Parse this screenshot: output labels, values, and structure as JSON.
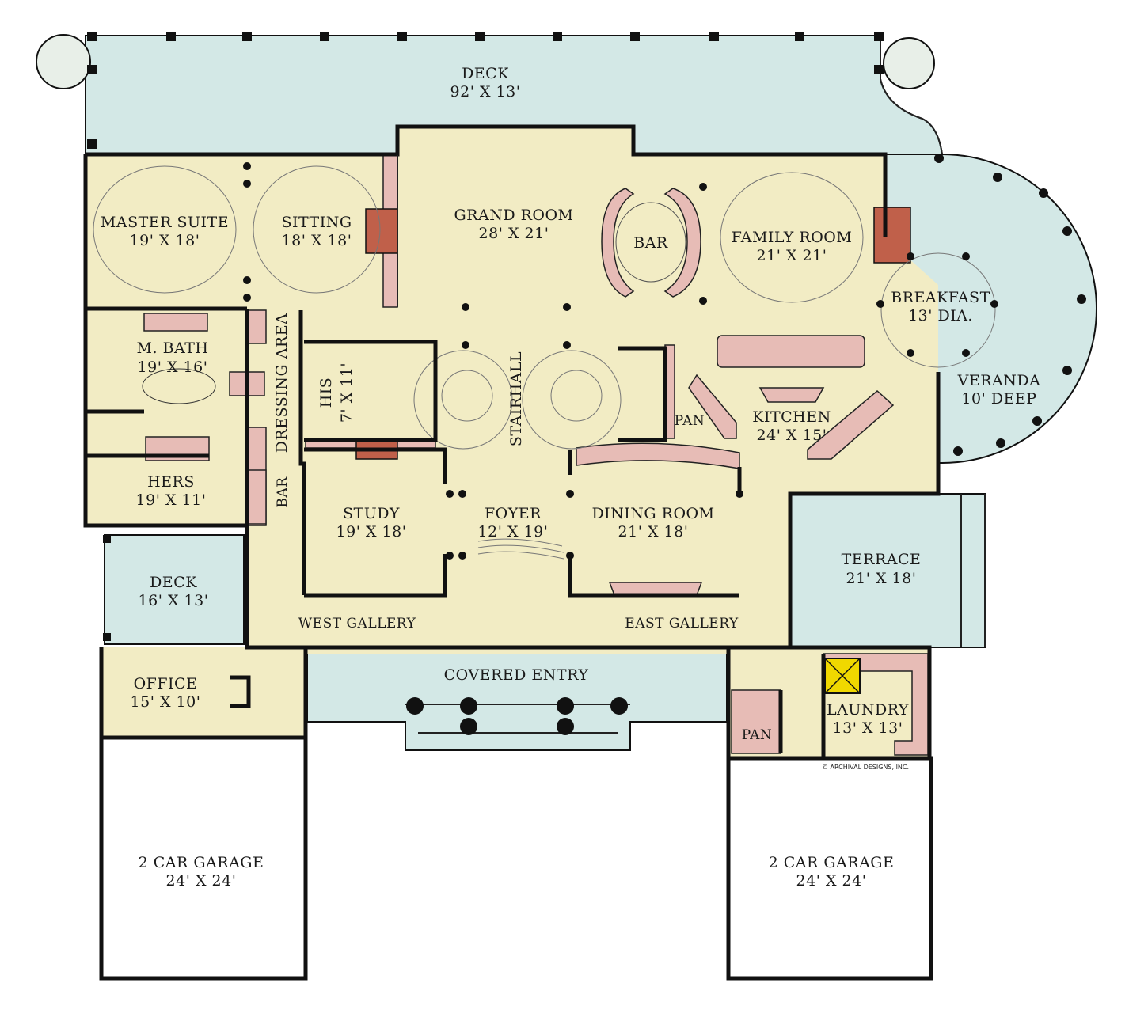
{
  "rooms": {
    "deck_top": {
      "name": "DECK",
      "dims": "92' X 13'"
    },
    "master_suite": {
      "name": "MASTER SUITE",
      "dims": "19' X 18'"
    },
    "sitting": {
      "name": "SITTING",
      "dims": "18' X 18'"
    },
    "grand_room": {
      "name": "GRAND ROOM",
      "dims": "28' X 21'"
    },
    "bar_grand": {
      "name": "BAR"
    },
    "family_room": {
      "name": "FAMILY ROOM",
      "dims": "21' X 21'"
    },
    "breakfast": {
      "name": "BREAKFAST",
      "dims": "13' DIA."
    },
    "veranda": {
      "name": "VERANDA",
      "dims": "10' DEEP"
    },
    "m_bath": {
      "name": "M. BATH",
      "dims": "19' X 16'"
    },
    "dressing_area": {
      "name": "DRESSING AREA"
    },
    "his": {
      "name": "HIS",
      "dims": "7' X 11'"
    },
    "stairhall": {
      "name": "STAIRHALL"
    },
    "pan_kitchen": {
      "name": "PAN"
    },
    "kitchen": {
      "name": "KITCHEN",
      "dims": "24' X 15'"
    },
    "hers": {
      "name": "HERS",
      "dims": "19' X 11'"
    },
    "bar_study": {
      "name": "BAR"
    },
    "study": {
      "name": "STUDY",
      "dims": "19' X 18'"
    },
    "foyer": {
      "name": "FOYER",
      "dims": "12' X 19'"
    },
    "dining_room": {
      "name": "DINING ROOM",
      "dims": "21' X 18'"
    },
    "deck_left": {
      "name": "DECK",
      "dims": "16' X 13'"
    },
    "terrace": {
      "name": "TERRACE",
      "dims": "21' X 18'"
    },
    "west_gallery": {
      "name": "WEST GALLERY"
    },
    "east_gallery": {
      "name": "EAST GALLERY"
    },
    "office": {
      "name": "OFFICE",
      "dims": "15' X 10'"
    },
    "covered_entry": {
      "name": "COVERED ENTRY"
    },
    "laundry": {
      "name": "LAUNDRY",
      "dims": "13' X 13'"
    },
    "pan_laundry": {
      "name": "PAN"
    },
    "garage_left": {
      "name": "2 CAR GARAGE",
      "dims": "24' X 24'"
    },
    "garage_right": {
      "name": "2 CAR GARAGE",
      "dims": "24' X 24'"
    }
  },
  "copyright": "© ARCHIVAL DESIGNS, INC.",
  "colors": {
    "interior": "#f2ecc4",
    "exterior": "#d3e8e6",
    "garage": "#ffffff",
    "cabinetry": "#e7bcb6",
    "fireplace": "#c0604a",
    "elevator": "#f0d800",
    "wall": "#111111"
  }
}
